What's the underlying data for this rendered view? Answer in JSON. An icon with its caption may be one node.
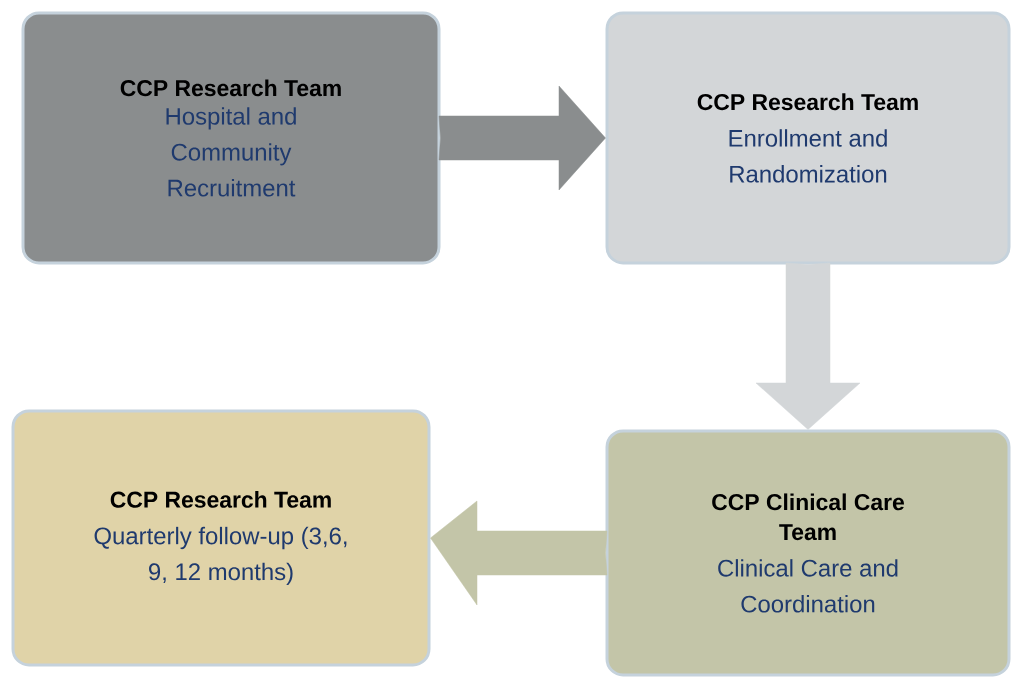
{
  "diagram": {
    "nodes": [
      {
        "text": [
          "CCP Research Team",
          "Hospital and Community Recruitment"
        ]
      },
      {
        "text": [
          "CCP Research Team",
          "Enrollment and Randomization"
        ]
      },
      {
        "text": [
          "CCP Research Team",
          "Quarterly follow-up (3,6, 9, 12 months)"
        ]
      },
      {
        "text": [
          "CCP Clinical Care Team",
          "Clinical Care and Coordination"
        ]
      }
    ],
    "edges": [
      {
        "from": 0,
        "to": 1,
        "arrow": "to",
        "color": "#8a8d8e"
      },
      {
        "from": 1,
        "to": 3,
        "arrow": "to",
        "color": "#d3d6d8"
      },
      {
        "from": 3,
        "to": 2,
        "arrow": "to",
        "color": "#c3c5a8"
      }
    ]
  }
}
